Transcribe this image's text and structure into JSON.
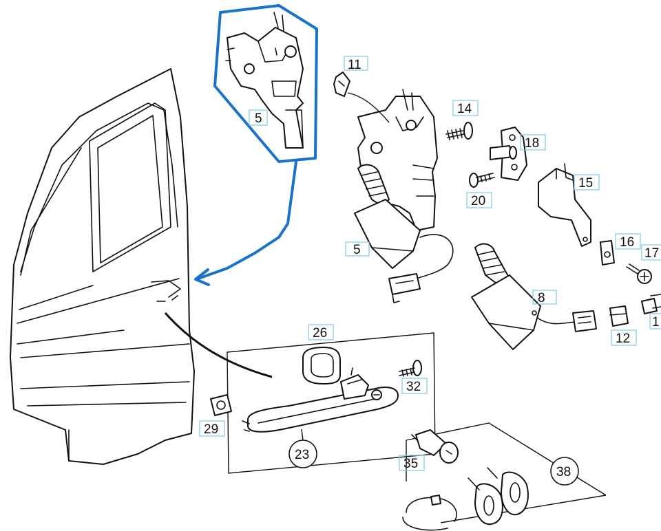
{
  "callouts": {
    "inset_part": "5",
    "p11": "11",
    "p14": "14",
    "p18": "18",
    "p15": "15",
    "p20": "20",
    "p5": "5",
    "p16": "16",
    "p17": "17",
    "p8": "8",
    "p1x": "1",
    "p12": "12",
    "p26": "26",
    "p32": "32",
    "p29": "29",
    "p23": "23",
    "p35": "35",
    "p38": "38"
  },
  "colors": {
    "highlight": "#1a73c9",
    "ink": "#111111",
    "tag_border": "#7fc8e8"
  }
}
